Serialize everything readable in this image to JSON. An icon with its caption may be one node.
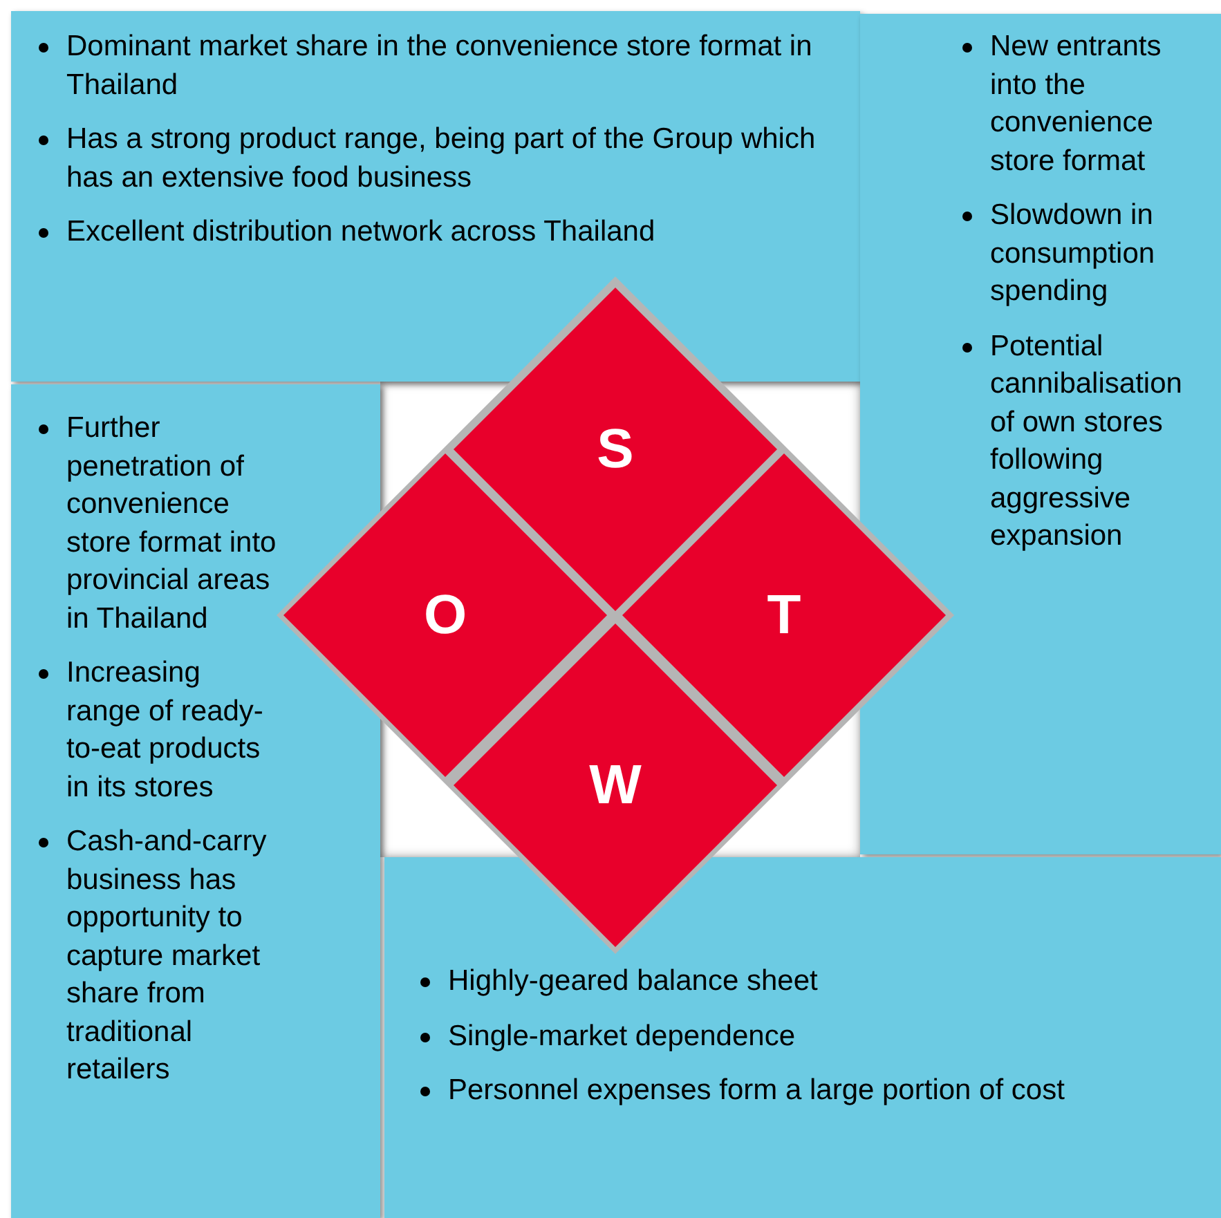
{
  "diagram": {
    "nodes": [
      {
        "text": [
          "Dominant market share in the convenience store format in Thailand",
          "Has a strong product range, being part of the Group which has an extensive food business",
          "Excellent distribution network across Thailand"
        ]
      },
      {
        "text": [
          "New entrants into the convenience store format",
          "Slowdown in consumption spending",
          "Potential cannibalisation of own stores following aggressive expansion"
        ]
      },
      {
        "text": [
          "S"
        ]
      },
      {
        "text": [
          "O"
        ]
      },
      {
        "text": [
          "T"
        ]
      },
      {
        "text": [
          "W"
        ]
      },
      {
        "text": [
          "Further penetration of convenience store format into provincial areas in Thailand",
          "Increasing range of ready-to-eat products in its stores",
          "Cash-and-carry business has opportunity to capture market share from traditional retailers"
        ]
      },
      {
        "text": [
          "Highly-geared balance sheet",
          "Single-market dependence",
          "Personnel expenses form a large portion of cost"
        ]
      }
    ]
  }
}
